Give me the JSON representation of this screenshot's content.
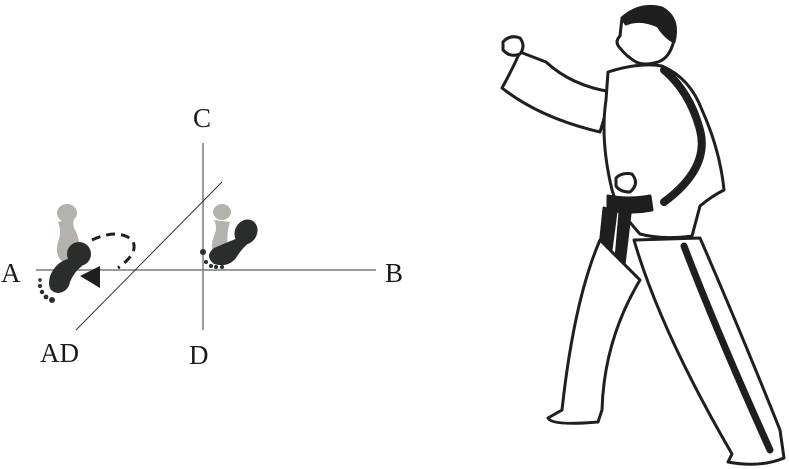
{
  "diagram": {
    "type": "stance-direction-diagram",
    "labels": {
      "a": "A",
      "b": "B",
      "c": "C",
      "d": "D",
      "ad": "AD"
    },
    "colors": {
      "line": "#7a7a7a",
      "footprint_dark": "#2b2d2c",
      "footprint_light": "#b4b2ae",
      "figure_ink": "#1e1f1e"
    },
    "footprints": [
      {
        "name": "start-left-foot",
        "shade": "light"
      },
      {
        "name": "end-left-foot",
        "shade": "dark"
      },
      {
        "name": "start-right-foot",
        "shade": "light"
      },
      {
        "name": "end-right-foot",
        "shade": "dark"
      }
    ],
    "movement_arrow": "dashed-curved-arrow-left"
  },
  "illustration": {
    "subject": "martial-artist-in-dobok-with-black-belt-front-stance-punch"
  }
}
